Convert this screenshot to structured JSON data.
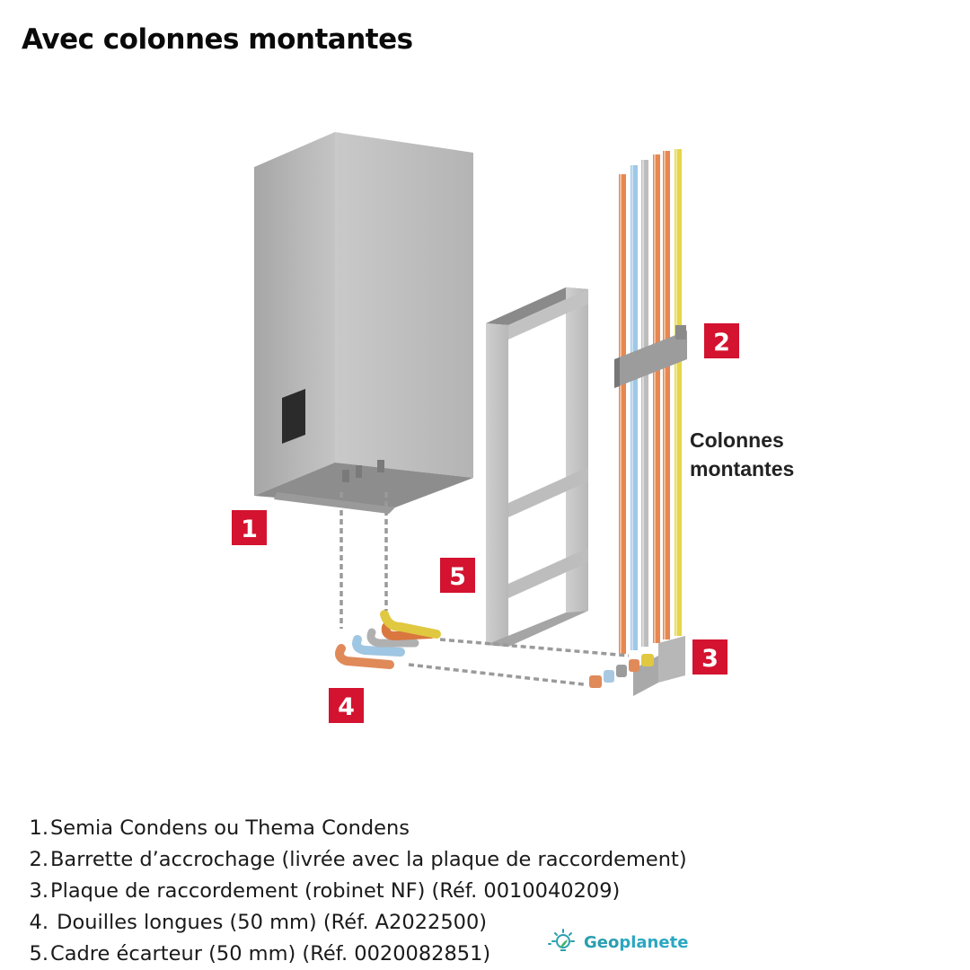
{
  "title": "Avec colonnes montantes",
  "diagram": {
    "side_label_line1": "Colonnes",
    "side_label_line2": "montantes",
    "markers": [
      "1",
      "2",
      "3",
      "4",
      "5"
    ],
    "marker_color": "#d3132f",
    "pipe_colors": [
      "#e8874f",
      "#9fc8e6",
      "#bdbdbd",
      "#e8874f",
      "#e8874f",
      "#e6d64a"
    ]
  },
  "legend": [
    {
      "num": "1.",
      "text": "Semia Condens ou Thema Condens"
    },
    {
      "num": "2.",
      "text": "Barrette d’accrochage (livrée avec la plaque de raccordement)"
    },
    {
      "num": "3.",
      "text": "Plaque de raccordement (robinet NF) (Réf. 0010040209)"
    },
    {
      "num": "4.",
      "text": " Douilles longues (50 mm) (Réf. A2022500)"
    },
    {
      "num": "5.",
      "text": "Cadre écarteur (50 mm) (Réf. 0020082851)"
    }
  ],
  "brand": {
    "logo_icon": "lightbulb-leaf-icon",
    "name_part1": "Geo",
    "name_part2": "planete"
  }
}
